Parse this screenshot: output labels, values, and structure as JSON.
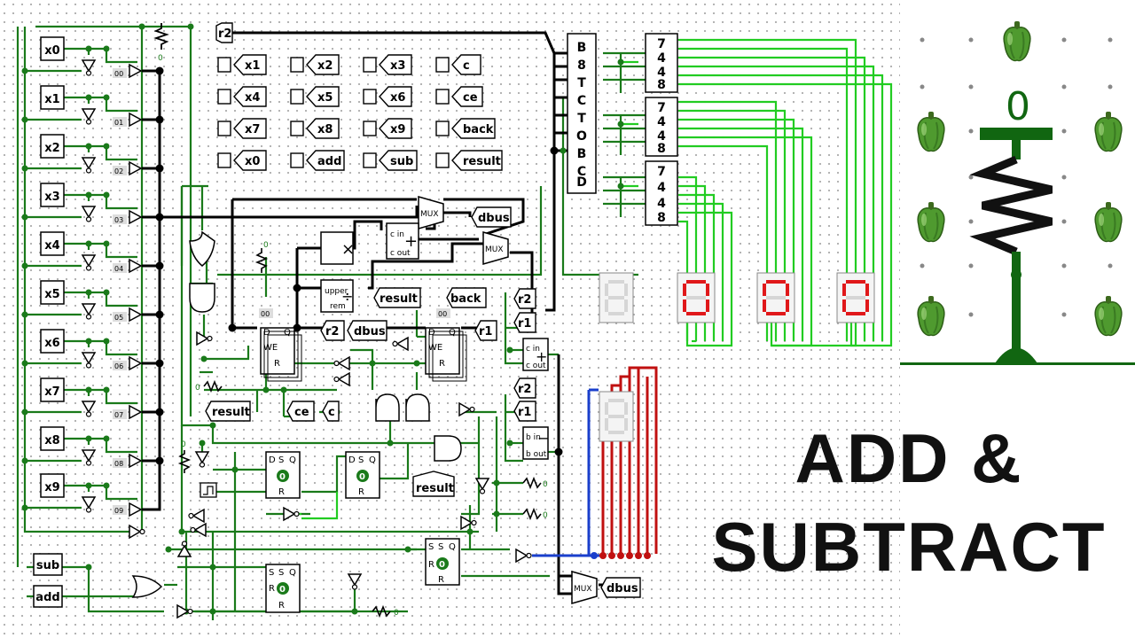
{
  "title": {
    "line1": "ADD &",
    "line2": "SUBTRACT"
  },
  "inputs": {
    "x_pins": [
      "x0",
      "x1",
      "x2",
      "x3",
      "x4",
      "x5",
      "x6",
      "x7",
      "x8",
      "x9"
    ],
    "bit_labels": [
      "00",
      "01",
      "02",
      "03",
      "04",
      "05",
      "06",
      "07",
      "08",
      "09"
    ],
    "sub": "sub",
    "add": "add"
  },
  "keypad": [
    [
      "x1",
      "x2",
      "x3",
      "c"
    ],
    [
      "x4",
      "x5",
      "x6",
      "ce"
    ],
    [
      "x7",
      "x8",
      "x9",
      "back"
    ],
    [
      "x0",
      "add",
      "sub",
      "result"
    ]
  ],
  "tunnels": {
    "r2_top": "r2",
    "dbus_top": "dbus",
    "result_mid": "result",
    "back_mid": "back",
    "r2_reg": "r2",
    "dbus_reg": "dbus",
    "r1_reg": "r1",
    "result_left": "result",
    "ce_left": "ce",
    "c_left": "c",
    "r2_add": "r2",
    "r1_add": "r1",
    "r2_sub": "r2",
    "r1_sub": "r1",
    "result_low": "result",
    "dbus_bottom": "dbus"
  },
  "components": {
    "mux_label": "MUX",
    "adder": {
      "cin": "c in",
      "cout": "c out"
    },
    "subtractor": {
      "bin": "b in",
      "bout": "b out"
    },
    "divider": {
      "upper": "upper",
      "rem": "rem"
    },
    "reg_value": "00",
    "reg_pins": {
      "d": "D",
      "q": "Q",
      "we": "WE",
      "r": "R"
    },
    "sr_pins": {
      "s": "S",
      "q": "Q",
      "r": "R",
      "d": "D"
    },
    "state_zero": "0",
    "ground": "0",
    "bin_to_bcd": [
      "B",
      "8",
      "T",
      "C",
      "T",
      "O",
      "B",
      "C",
      "D"
    ],
    "decoder": [
      "7",
      "4",
      "4",
      "8"
    ],
    "digit": "0",
    "resistor_value": "0"
  },
  "colors": {
    "wire_on": "#1a7a1a",
    "wire_bright": "#22cc22",
    "bus": "#000000",
    "red_bus": "#c01010",
    "blue_wire": "#1a3fcc",
    "seg_on": "#e0181a"
  }
}
